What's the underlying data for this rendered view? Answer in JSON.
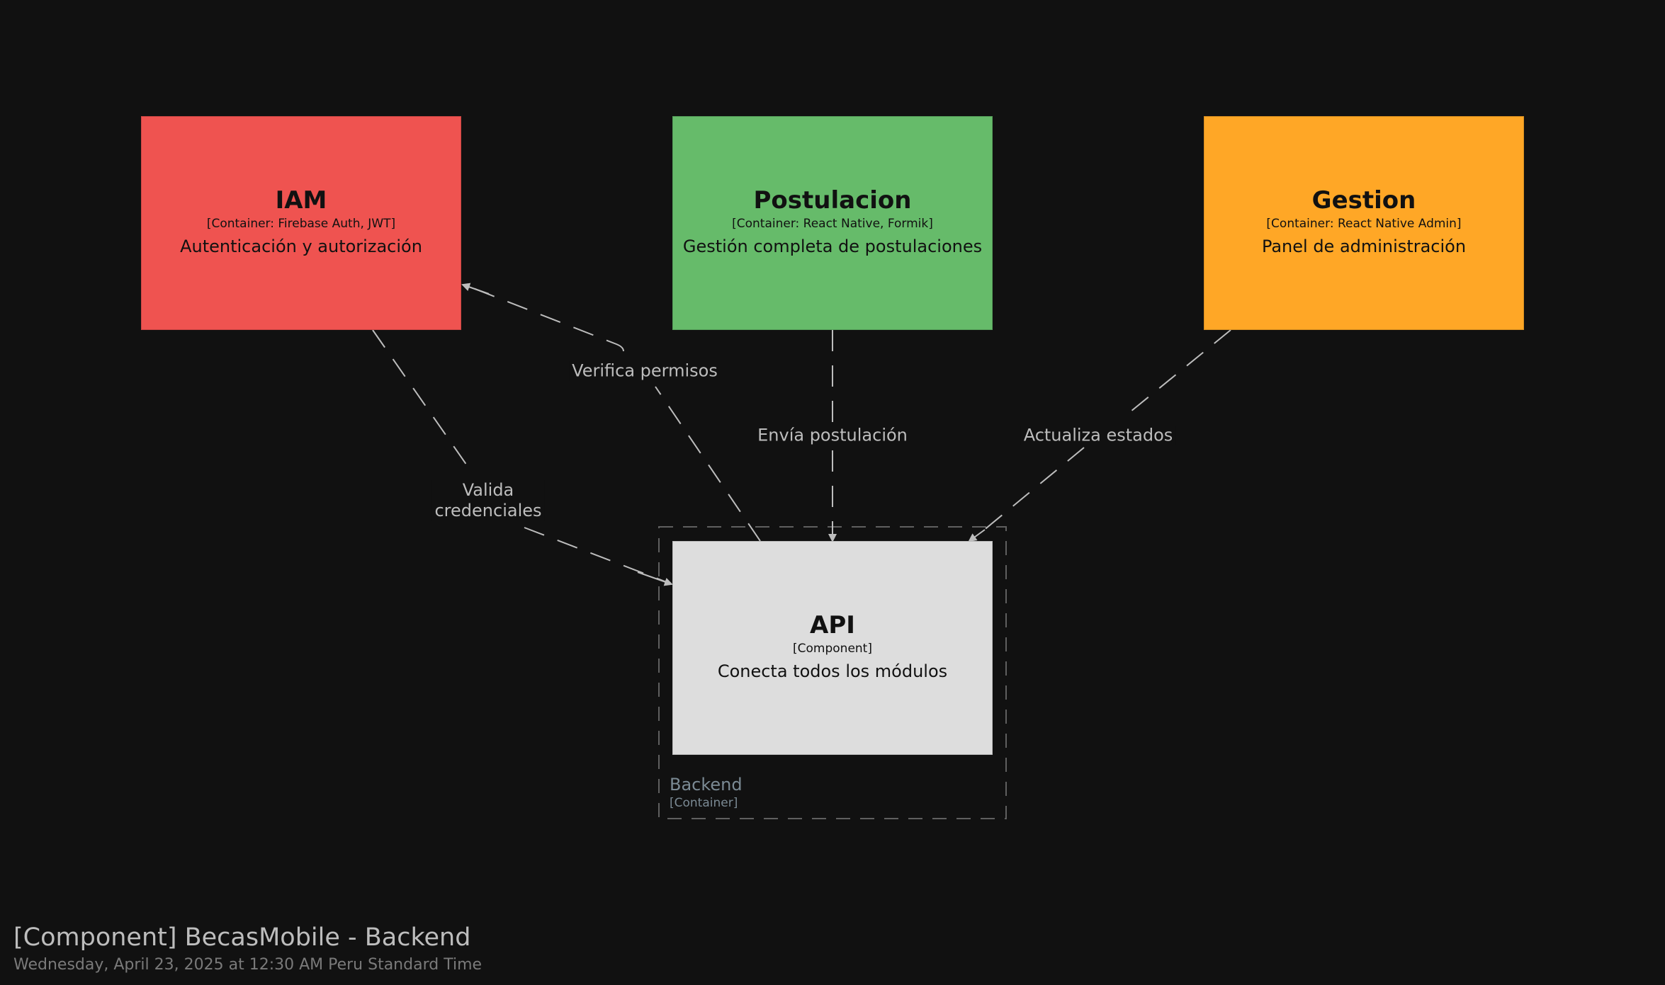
{
  "colors": {
    "background": "#111111",
    "iam": "#ef5350",
    "postulacion": "#66bb6a",
    "gestion": "#ffa726",
    "api": "#dddddd",
    "edge": "#bdbdbd",
    "boundary": "#7b8a94"
  },
  "nodes": {
    "iam": {
      "title": "IAM",
      "tech": "[Container: Firebase Auth, JWT]",
      "description": "Autenticación y autorización"
    },
    "postulacion": {
      "title": "Postulacion",
      "tech": "[Container: React Native, Formik]",
      "description": "Gestión completa de postulaciones"
    },
    "gestion": {
      "title": "Gestion",
      "tech": "[Container: React Native Admin]",
      "description": "Panel de administración"
    },
    "api": {
      "title": "API",
      "tech": "[Component]",
      "description": "Conecta todos los módulos"
    }
  },
  "boundary": {
    "name": "Backend",
    "type": "[Container]"
  },
  "edges": [
    {
      "id": "valida",
      "from": "iam",
      "to": "api",
      "label": "Valida\ncredenciales"
    },
    {
      "id": "verifica",
      "from": "api",
      "to": "iam",
      "label": "Verifica permisos"
    },
    {
      "id": "envia",
      "from": "postulacion",
      "to": "api",
      "label": "Envía postulación"
    },
    {
      "id": "actualiza",
      "from": "gestion",
      "to": "api",
      "label": "Actualiza estados"
    }
  ],
  "footer": {
    "title": "[Component] BecasMobile - Backend",
    "timestamp": "Wednesday, April 23, 2025 at 12:30 AM Peru Standard Time"
  }
}
